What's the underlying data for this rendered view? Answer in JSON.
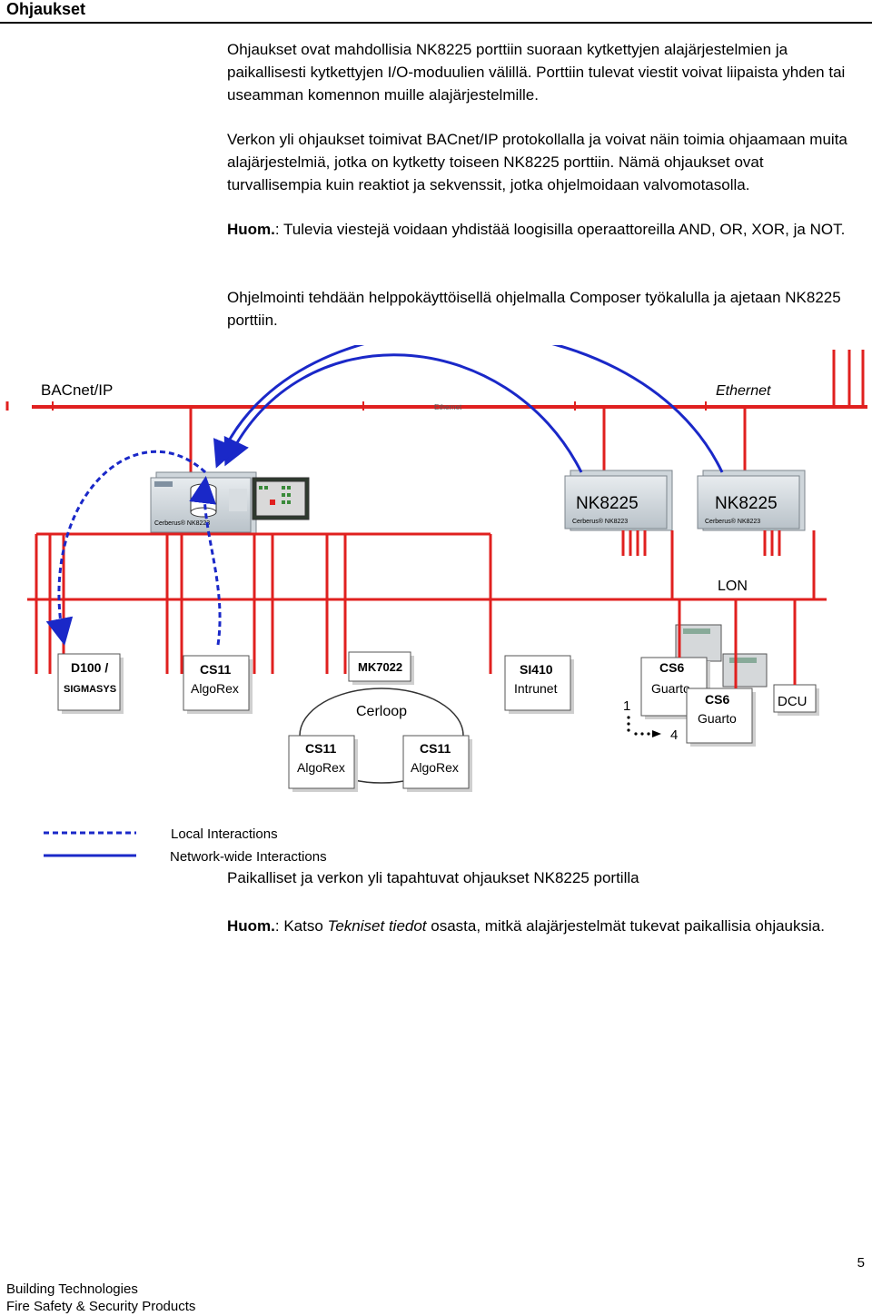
{
  "header": {
    "title": "Ohjaukset"
  },
  "paragraphs": {
    "p1": "Ohjaukset ovat mahdollisia NK8225 porttiin suoraan kytkettyjen alajärjestelmien ja paikallisesti kytkettyjen I/O-moduulien välillä. Porttiin tulevat viestit voivat liipaista yhden tai useamman komennon muille alajärjestelmille.",
    "p2": "Verkon yli ohjaukset toimivat BACnet/IP protokollalla ja voivat näin toimia ohjaamaan muita alajärjestelmiä, jotka on kytketty toiseen NK8225 porttiin. Nämä ohjaukset ovat turvallisempia kuin reaktiot ja sekvenssit, jotka ohjelmoidaan valvomotasolla.",
    "p3_bold": "Huom.",
    "p3": ": Tulevia viestejä voidaan yhdistää loogisilla operaattoreilla AND, OR, XOR, ja NOT.",
    "p4": "Ohjelmointi tehdään helppokäyttöisellä ohjelmalla Composer työkalulla ja ajetaan NK8225 porttiin."
  },
  "diagram": {
    "bacnet_label": "BACnet/IP",
    "ethernet_label": "Ethernet",
    "ethernet_small": "Ethernet",
    "nk_left": "NK8225",
    "nk_right": "NK8225",
    "lon_label": "LON",
    "d100_line1": "D100 /",
    "d100_line2": "SIGMASYS",
    "cs11_title": "CS11",
    "cs11_sub": "AlgoRex",
    "mk_title": "MK7022",
    "cerloop": "Cerloop",
    "cs11b_title": "CS11",
    "cs11b_sub": "AlgoRex",
    "cs11c_title": "CS11",
    "cs11c_sub": "AlgoRex",
    "si_title": "SI410",
    "si_sub": "Intrunet",
    "cs6_title": "CS6",
    "cs6_sub": "Guarto",
    "cs6b_title": "CS6",
    "cs6b_sub": "Guarto",
    "num_1": "1",
    "num_4": "4",
    "dcu": "DCU",
    "legend_local": "Local Interactions",
    "legend_network": "Network-wide Interactions",
    "colors": {
      "bus": "#e0201f",
      "interaction": "#1a28c8"
    }
  },
  "caption": "Paikalliset ja verkon yli tapahtuvat ohjaukset NK8225 portilla",
  "note2": {
    "bold": "Huom.",
    "before": ": Katso ",
    "italic": "Tekniset tiedot",
    "after": " osasta, mitkä alajärjestelmät tukevat paikallisia ohjauksia."
  },
  "page_number": "5",
  "footer": {
    "line1": "Building Technologies",
    "line2": "Fire Safety & Security Products"
  }
}
